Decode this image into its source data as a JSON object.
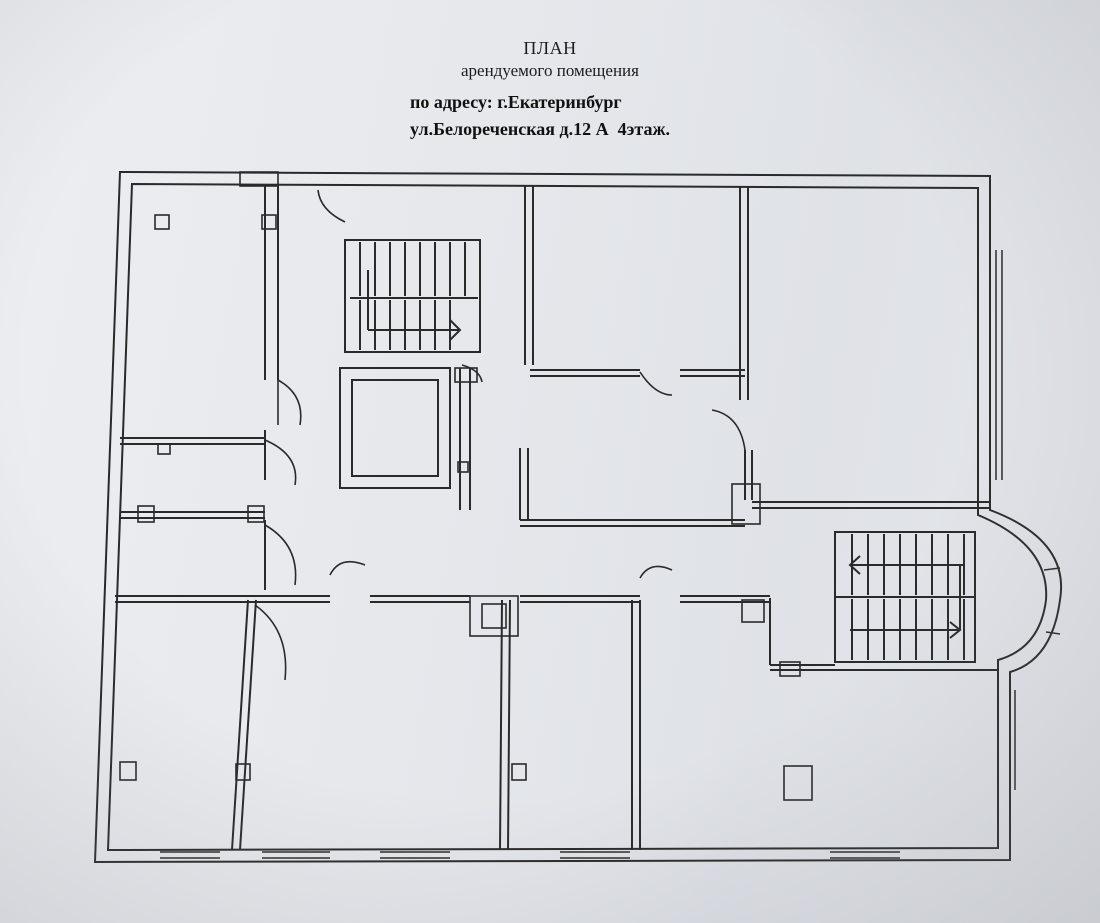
{
  "document": {
    "title": "ПЛАН",
    "subtitle": "арендуемого помещения",
    "address_line1": "по адресу: г.Екатеринбург",
    "address_line2": "ул.Белореченская д.12 А  4этаж."
  },
  "colors": {
    "paper": "#e6e8ec",
    "ink": "#2a2a2a"
  }
}
